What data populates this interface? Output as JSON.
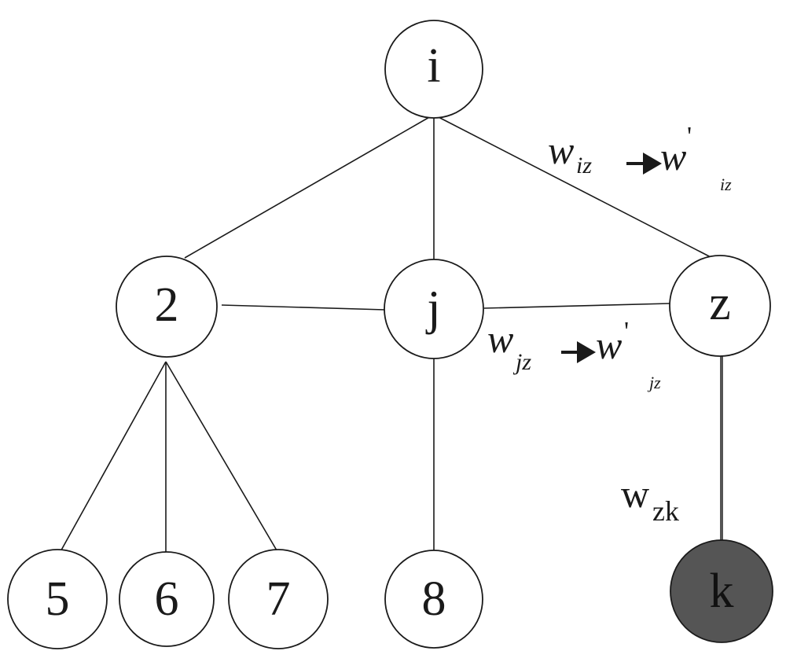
{
  "nodes": {
    "i": {
      "label": "i",
      "fill": "#ffffff",
      "text_color": "#1a1a1a"
    },
    "n2": {
      "label": "2",
      "fill": "#ffffff",
      "text_color": "#1a1a1a"
    },
    "j": {
      "label": "j",
      "fill": "#ffffff",
      "text_color": "#1a1a1a"
    },
    "z": {
      "label": "z",
      "fill": "#ffffff",
      "text_color": "#1a1a1a"
    },
    "n5": {
      "label": "5",
      "fill": "#ffffff",
      "text_color": "#1a1a1a"
    },
    "n6": {
      "label": "6",
      "fill": "#ffffff",
      "text_color": "#1a1a1a"
    },
    "n7": {
      "label": "7",
      "fill": "#ffffff",
      "text_color": "#1a1a1a"
    },
    "n8": {
      "label": "8",
      "fill": "#ffffff",
      "text_color": "#1a1a1a"
    },
    "k": {
      "label": "k",
      "fill": "#555555",
      "text_color": "#111111"
    }
  },
  "edges": [
    {
      "from": "i",
      "to": "n2"
    },
    {
      "from": "i",
      "to": "j"
    },
    {
      "from": "i",
      "to": "z"
    },
    {
      "from": "n2",
      "to": "j"
    },
    {
      "from": "j",
      "to": "z"
    },
    {
      "from": "n2",
      "to": "n5"
    },
    {
      "from": "n2",
      "to": "n6"
    },
    {
      "from": "n2",
      "to": "n7"
    },
    {
      "from": "j",
      "to": "n8"
    },
    {
      "from": "z",
      "to": "k"
    }
  ],
  "weights": {
    "iz": {
      "symbol": "w",
      "sub": "iz",
      "prime": "'",
      "new_sub": "iz"
    },
    "jz": {
      "symbol": "w",
      "sub": "jz",
      "prime": "'",
      "new_sub": "jz"
    },
    "zk": {
      "symbol": "w",
      "sub": "zk"
    }
  }
}
